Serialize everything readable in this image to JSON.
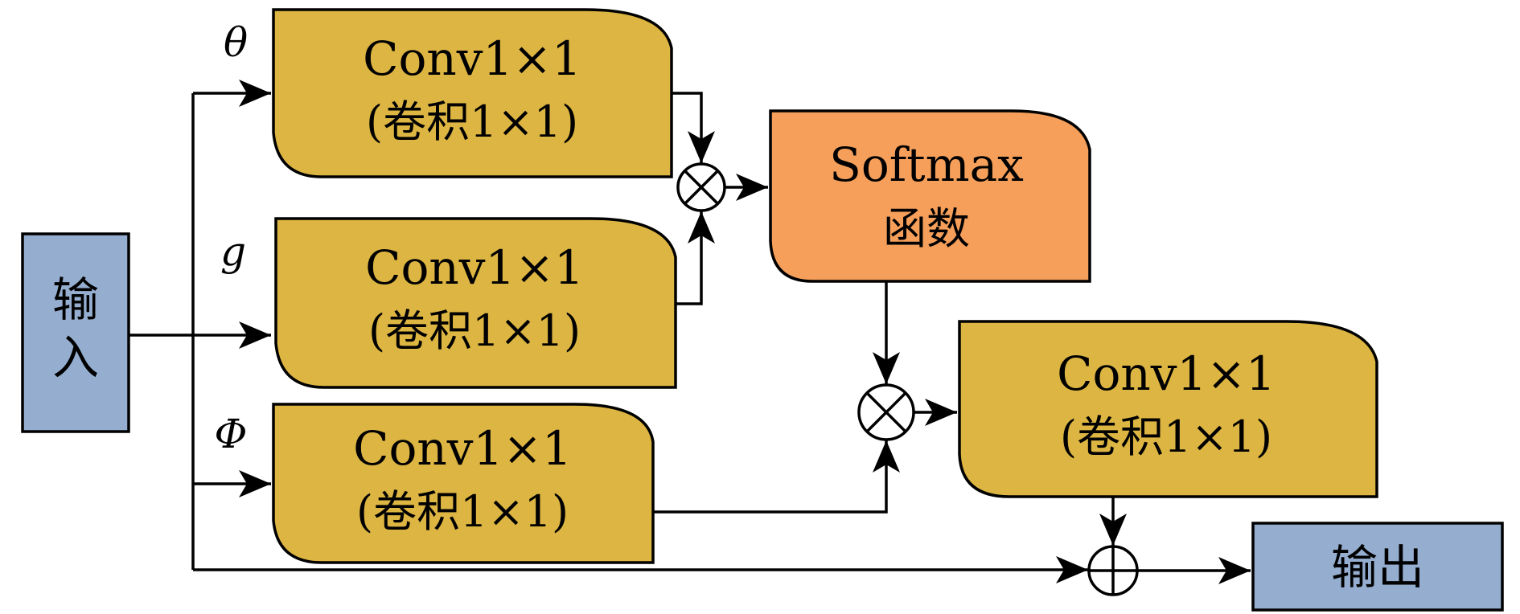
{
  "colors": {
    "input_box": "#95aed0",
    "output_box": "#95aed0",
    "conv_block": "#ddb542",
    "softmax_block": "#f59f5a",
    "stroke": "#000000"
  },
  "input": {
    "line1": "输",
    "line2": "入"
  },
  "output": {
    "label": "输出"
  },
  "branches": {
    "theta": {
      "symbol": "θ",
      "line1": "Conv1×1",
      "line2": "(卷积1×1)"
    },
    "g": {
      "symbol": "g",
      "line1": "Conv1×1",
      "line2": "(卷积1×1)"
    },
    "phi": {
      "symbol": "Φ",
      "line1": "Conv1×1",
      "line2": "(卷积1×1)"
    }
  },
  "softmax": {
    "line1": "Softmax",
    "line2": "函数"
  },
  "conv_out": {
    "line1": "Conv1×1",
    "line2": "(卷积1×1)"
  },
  "operators": {
    "multiply_icon": "circled-times",
    "add_icon": "circled-plus"
  }
}
